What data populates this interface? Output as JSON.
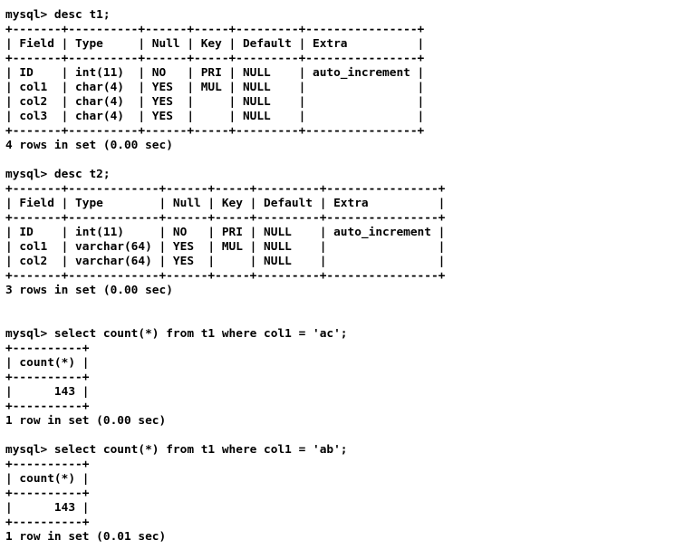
{
  "terminal": {
    "lines": [
      "mysql> desc t1;",
      "+-------+----------+------+-----+---------+----------------+",
      "| Field | Type     | Null | Key | Default | Extra          |",
      "+-------+----------+------+-----+---------+----------------+",
      "| ID    | int(11)  | NO   | PRI | NULL    | auto_increment |",
      "| col1  | char(4)  | YES  | MUL | NULL    |                |",
      "| col2  | char(4)  | YES  |     | NULL    |                |",
      "| col3  | char(4)  | YES  |     | NULL    |                |",
      "+-------+----------+------+-----+---------+----------------+",
      "4 rows in set (0.00 sec)",
      "",
      "mysql> desc t2;",
      "+-------+-------------+------+-----+---------+----------------+",
      "| Field | Type        | Null | Key | Default | Extra          |",
      "+-------+-------------+------+-----+---------+----------------+",
      "| ID    | int(11)     | NO   | PRI | NULL    | auto_increment |",
      "| col1  | varchar(64) | YES  | MUL | NULL    |                |",
      "| col2  | varchar(64) | YES  |     | NULL    |                |",
      "+-------+-------------+------+-----+---------+----------------+",
      "3 rows in set (0.00 sec)",
      "",
      "",
      "mysql> select count(*) from t1 where col1 = 'ac';",
      "+----------+",
      "| count(*) |",
      "+----------+",
      "|      143 |",
      "+----------+",
      "1 row in set (0.00 sec)",
      "",
      "mysql> select count(*) from t1 where col1 = 'ab';",
      "+----------+",
      "| count(*) |",
      "+----------+",
      "|      143 |",
      "+----------+",
      "1 row in set (0.01 sec)"
    ]
  }
}
